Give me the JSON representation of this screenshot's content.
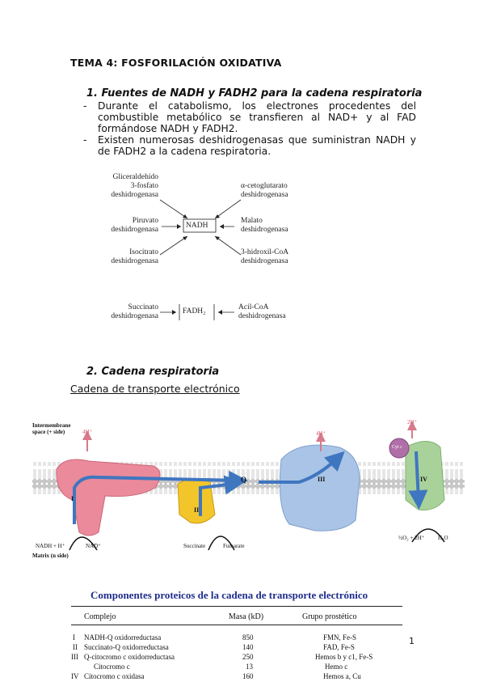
{
  "title": "TEMA 4: FOSFORILACIÓN OXIDATIVA",
  "section1": {
    "heading": "1. Fuentes de NADH y FADH2 para la cadena respiratoria",
    "bullets": [
      "Durante el catabolismo, los electrones procedentes del combustible metabólico se transfieren al NAD+ y al FAD formándose NADH y FADH2.",
      "Existen numerosas deshidrogenasas que suministran NADH y de FADH2 a la cadena respiratoria."
    ]
  },
  "diagram1": {
    "center": "NADH",
    "center2": "FADH₂",
    "enzymes_left": [
      [
        "Gliceraldehído",
        "3-fosfato",
        "deshidrogenasa"
      ],
      [
        "Piruvato",
        "deshidrogenasa"
      ],
      [
        "Isocitrato",
        "deshidrogenasa"
      ]
    ],
    "enzymes_right": [
      [
        "α-cetoglutarato",
        "deshidrogenasa"
      ],
      [
        "Malato",
        "deshidrogenasa"
      ],
      [
        "3-hidroxil-CoA",
        "deshidrogenasa"
      ]
    ],
    "fadh_left": [
      "Succinato",
      "deshidrogenasa"
    ],
    "fadh_right": [
      "Acil-CoA",
      "deshidrogenasa"
    ]
  },
  "section2": {
    "heading": "2. Cadena respiratoria",
    "subheading": "Cadena de transporte electrónico"
  },
  "diagram2": {
    "intermembrane": [
      "Intermembrane",
      "space (+ side)"
    ],
    "matrix": "Matrix (n side)",
    "h4_a": "4H⁺",
    "h4_b": "4H⁺",
    "h2": "2H⁺",
    "q": "Q",
    "c1_roman": "I",
    "c2_roman": "II",
    "c3_roman": "III",
    "c4_roman": "IV",
    "cytc": "Cyt c",
    "nadh": "NADH + H⁺",
    "nad": "NAD⁺",
    "succinate": "Succinate",
    "fumarate": "Fumarate",
    "o2": "½O₂ + 2H⁺",
    "h2o": "H₂O"
  },
  "table": {
    "title": "Componentes proteicos de la cadena de transporte electrónico",
    "headers": [
      "Complejo",
      "Masa (kD)",
      "Grupo prostético"
    ],
    "rows": [
      {
        "num": "I",
        "name": "NADH-Q oxidorreductasa",
        "mass": "850",
        "group": "FMN, Fe-S"
      },
      {
        "num": "II",
        "name": "Succinato-Q oxidorreductasa",
        "mass": "140",
        "group": "FAD, Fe-S"
      },
      {
        "num": "III",
        "name": "Q-citocromo c oxidorreductasa",
        "mass": "250",
        "group": "Hemos b y c1, Fe-S"
      },
      {
        "num": "",
        "name": "Citocromo c",
        "mass": "13",
        "group": "Hemo c"
      },
      {
        "num": "IV",
        "name": "Citocromo c oxidasa",
        "mass": "160",
        "group": "Hemos a, Cu"
      }
    ]
  },
  "page_number": "1",
  "colors": {
    "table_title": "#1f2d8c",
    "complex1": "#ea8a9b",
    "complex2": "#f2c52b",
    "complex3": "#a9c4e6",
    "complex4": "#a8d29a",
    "arrow": "#3f76c0"
  }
}
